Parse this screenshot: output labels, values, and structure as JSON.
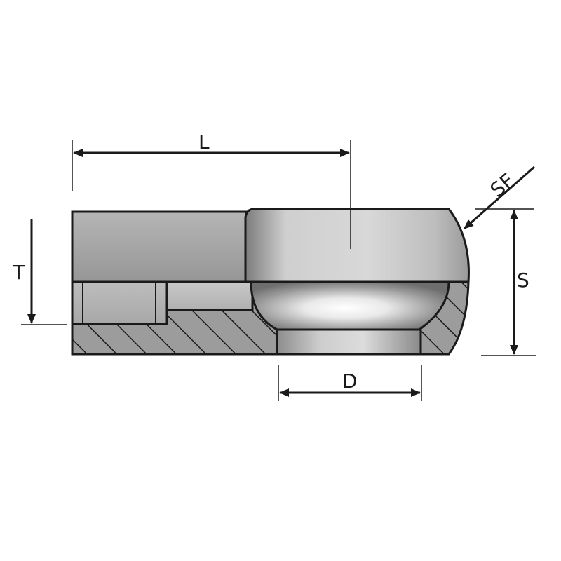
{
  "labels": {
    "L": "L",
    "T": "T",
    "S": "S",
    "D": "D",
    "SF": "SF"
  },
  "colors": {
    "outline": "#1a1a1a",
    "metal_light": "#d6d6d6",
    "metal_mid": "#a9a9a9",
    "metal_dark": "#7a7a7a",
    "hatch_fill": "#9c9c9c"
  }
}
